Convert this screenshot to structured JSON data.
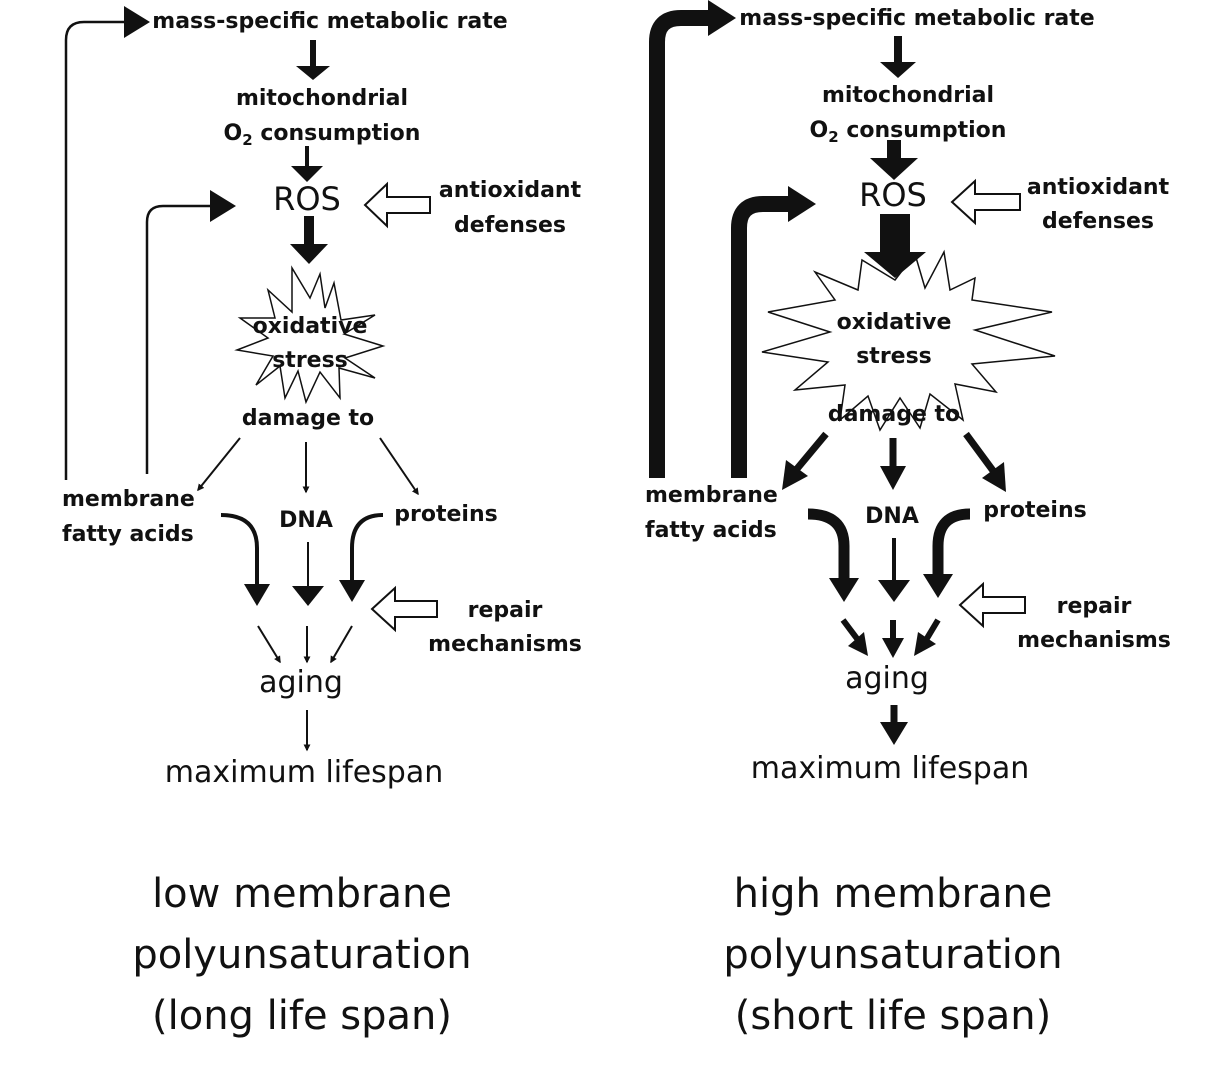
{
  "left": {
    "metabolic_rate": "mass-specific metabolic rate",
    "mito_line1": "mitochondrial",
    "mito_line2_pre": "O",
    "mito_line2_sub": "2",
    "mito_line2_post": " consumption",
    "ros": "ROS",
    "antiox_line1": "antioxidant",
    "antiox_line2": "defenses",
    "stress_line1": "oxidative",
    "stress_line2": "stress",
    "damage": "damage to",
    "membrane_line1": "membrane",
    "membrane_line2": "fatty acids",
    "dna": "DNA",
    "proteins": "proteins",
    "repair_line1": "repair",
    "repair_line2": "mechanisms",
    "aging": "aging",
    "lifespan": "maximum lifespan",
    "caption_line1": "low membrane",
    "caption_line2": "polyunsaturation",
    "caption_line3": "(long life span)"
  },
  "right": {
    "metabolic_rate": "mass-specific metabolic rate",
    "mito_line1": "mitochondrial",
    "mito_line2_pre": "O",
    "mito_line2_sub": "2",
    "mito_line2_post": " consumption",
    "ros": "ROS",
    "antiox_line1": "antioxidant",
    "antiox_line2": "defenses",
    "stress_line1": "oxidative",
    "stress_line2": "stress",
    "damage": "damage to",
    "membrane_line1": "membrane",
    "membrane_line2": "fatty acids",
    "dna": "DNA",
    "proteins": "proteins",
    "repair_line1": "repair",
    "repair_line2": "mechanisms",
    "aging": "aging",
    "lifespan": "maximum lifespan",
    "caption_line1": "high membrane",
    "caption_line2": "polyunsaturation",
    "caption_line3": "(short life span)"
  },
  "colors": {
    "ink": "#111111",
    "background": "#ffffff",
    "open_arrow_fill": "#ffffff"
  }
}
